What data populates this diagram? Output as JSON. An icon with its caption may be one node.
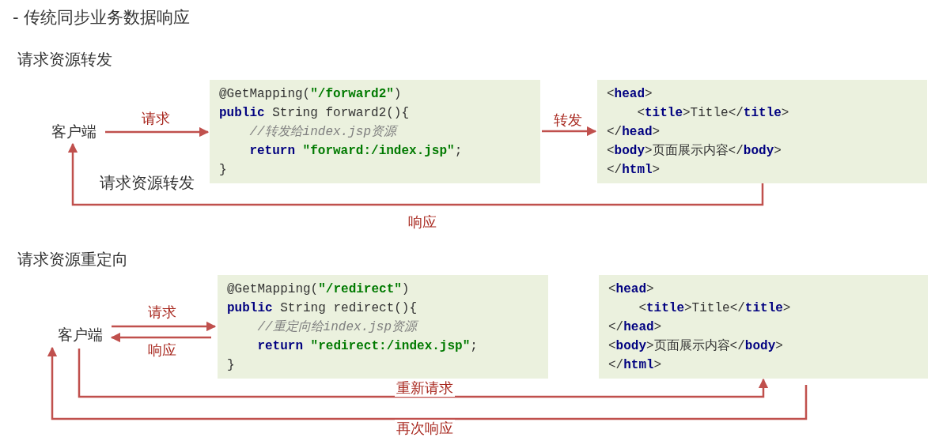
{
  "diagram": {
    "title": "- 传统同步业务数据响应",
    "nodes": [
      {
        "text": [
          "客户端"
        ]
      },
      {
        "text": [
          "@GetMapping(**\"/forward2\"**)",
          "**public** String forward2(){",
          "*//转发给index.jsp资源*",
          "**return** **\"forward:/index.jsp\"**;",
          "}"
        ]
      },
      {
        "text": [
          "<**head**>",
          "<**title**>Title</**title**>",
          "</**head**>",
          "<**body**>页面展示内容</**body**>",
          "</**html**>"
        ]
      },
      {
        "text": [
          "客户端"
        ]
      },
      {
        "text": [
          "@GetMapping(**\"/redirect\"**)",
          "**public** String redirect(){",
          "*//重定向给index.jsp资源*",
          "**return** **\"redirect:/index.jsp\"**;",
          "}"
        ]
      },
      {
        "text": [
          "<**head**>",
          "<**title**>Title</**title**>",
          "</**head**>",
          "<**body**>页面展示内容</**body**>",
          "</**html**>"
        ]
      }
    ],
    "edges": [
      {
        "from": 0,
        "to": 1,
        "arrow": "to",
        "label": "请求"
      },
      {
        "from": 1,
        "to": 2,
        "arrow": "to",
        "label": "转发"
      },
      {
        "from": 2,
        "to": 0,
        "arrow": "to",
        "label": "响应"
      },
      {
        "from": 3,
        "to": 4,
        "arrow": "to",
        "label": "请求"
      },
      {
        "from": 4,
        "to": 3,
        "arrow": "to",
        "label": "响应"
      },
      {
        "from": 3,
        "to": 5,
        "arrow": "to",
        "label": "重新请求"
      },
      {
        "from": 5,
        "to": 3,
        "arrow": "to",
        "label": "再次响应"
      }
    ],
    "labels": [
      "请求资源转发",
      "请求资源转发",
      "请求资源重定向"
    ]
  }
}
